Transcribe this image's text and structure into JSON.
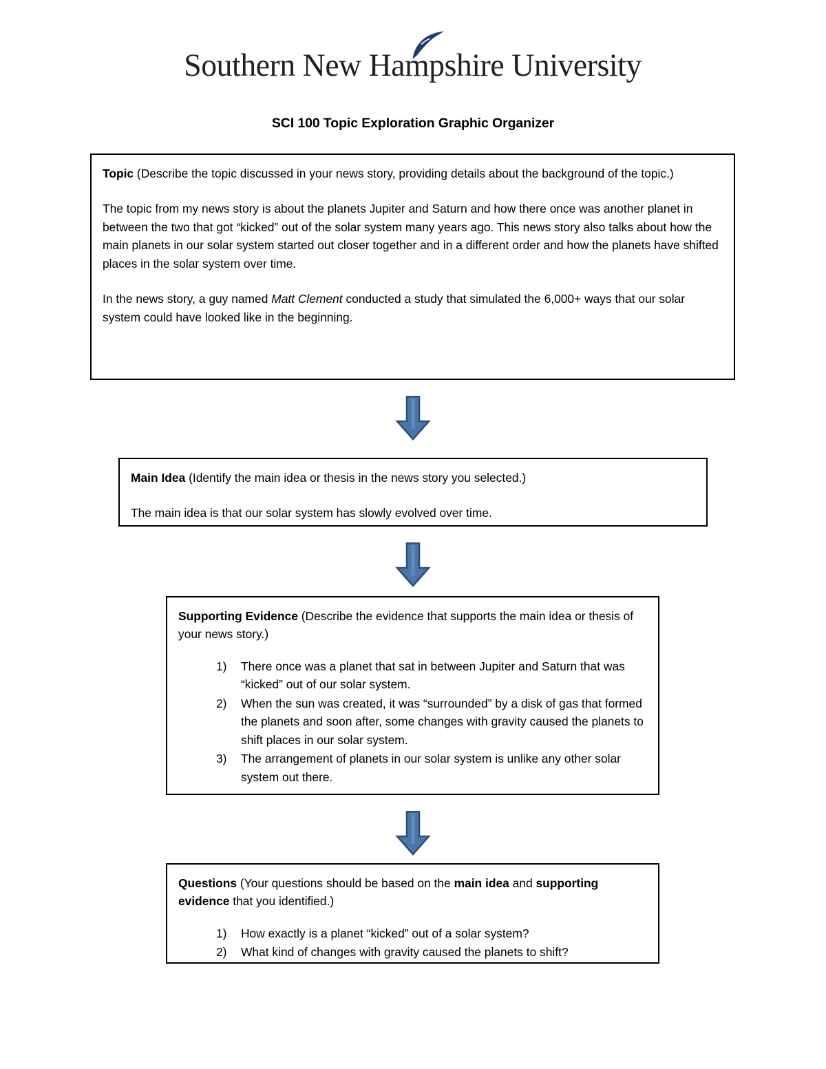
{
  "header": {
    "university_name": "Southern New Hampshire University",
    "logo_icon": "feather-quill-icon",
    "logo_color": "#1F3A6E",
    "document_title": "SCI 100 Topic Exploration Graphic Organizer"
  },
  "sections": {
    "topic": {
      "label": "Topic",
      "prompt": " (Describe the topic discussed in your news story, providing details about the background of the topic.)",
      "paragraph1": "The topic from my news story is about the planets Jupiter and Saturn and how there once was another planet in between the two that got “kicked” out of the solar system many years ago. This news story also talks about how the main planets in our solar system started out closer together and in a different order and how the planets have shifted places in the solar system over time.",
      "paragraph2_part1": "In the news story, a guy named ",
      "paragraph2_italic": "Matt Clement",
      "paragraph2_part2": " conducted a study that simulated the 6,000+ ways that our solar system could have looked like in the beginning."
    },
    "main_idea": {
      "label": "Main Idea",
      "prompt": " (Identify the main idea or thesis in the news story you selected.)",
      "answer": "The main idea is that our solar system has slowly evolved over time."
    },
    "supporting_evidence": {
      "label": "Supporting Evidence",
      "prompt": " (Describe the evidence that supports the main idea or thesis of your news story.)",
      "items": [
        "There once was a planet that sat in between Jupiter and Saturn that was “kicked” out of our solar system.",
        "When the sun was created, it was “surrounded” by a disk of gas that formed the planets and soon after, some changes with gravity caused the planets to shift places in our solar system.",
        "The arrangement of planets in our solar system is unlike any other solar system out there."
      ]
    },
    "questions": {
      "label": "Questions",
      "prompt_part1": " (Your questions should be based on the ",
      "prompt_bold1": "main idea",
      "prompt_part2": " and ",
      "prompt_bold2": "supporting evidence",
      "prompt_part3": " that you identified.)",
      "items": [
        "How exactly is a planet “kicked” out of a solar system?",
        "What kind of changes with gravity caused the planets to shift?"
      ]
    }
  },
  "arrows": {
    "icon": "down-arrow-icon",
    "fill_color": "#4A77A8",
    "border_color": "#2E5076",
    "count": 3
  }
}
